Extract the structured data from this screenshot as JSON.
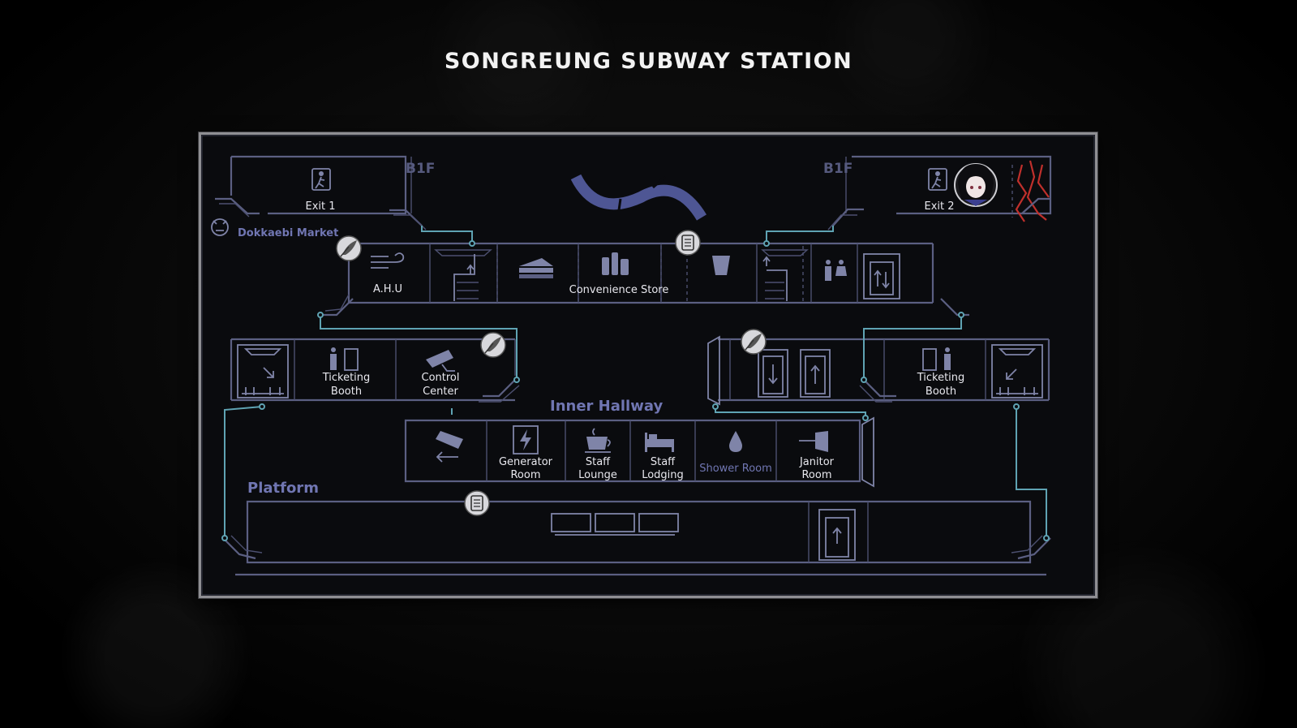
{
  "page_title": "SONGREUNG SUBWAY STATION",
  "colors": {
    "wall": "#5b5f82",
    "route": "#5fa3b3",
    "label": "#e8e8ee",
    "area_label": "#7076b2",
    "crack": "#c0302c"
  },
  "floors": {
    "left": "B1F",
    "right": "B1F"
  },
  "areas": {
    "dokkaebi_market": "Dokkaebi Market",
    "inner_hallway": "Inner Hallway",
    "platform": "Platform"
  },
  "rooms": {
    "exit_1": "Exit 1",
    "exit_2": "Exit 2",
    "ahu": "A.H.U",
    "convenience_store": "Convenience Store",
    "ticketing_booth_left": [
      "Ticketing",
      "Booth"
    ],
    "control_center": [
      "Control",
      "Center"
    ],
    "ticketing_booth_right": [
      "Ticketing",
      "Booth"
    ],
    "generator_room": [
      "Generator",
      "Room"
    ],
    "staff_lounge": [
      "Staff",
      "Lounge"
    ],
    "staff_lodging": [
      "Staff",
      "Lodging"
    ],
    "shower_room": "Shower Room",
    "janitor_room": [
      "Janitor",
      "Room"
    ]
  },
  "markers": [
    {
      "id": "feather-ahu",
      "icon": "quill-note-icon"
    },
    {
      "id": "notebook-convenience",
      "icon": "notebook-icon"
    },
    {
      "id": "feather-control",
      "icon": "quill-note-icon"
    },
    {
      "id": "feather-gates",
      "icon": "quill-note-icon"
    },
    {
      "id": "notebook-platform",
      "icon": "notebook-icon"
    }
  ],
  "player": {
    "icon": "character-portrait-icon",
    "location": "Exit 2"
  }
}
